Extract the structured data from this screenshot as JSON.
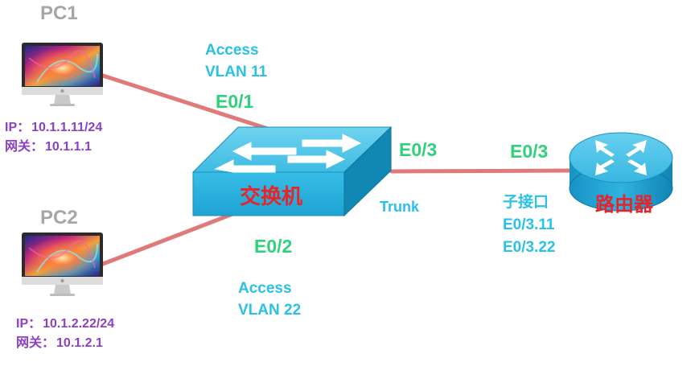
{
  "pc1": {
    "name": "PC1",
    "ip_prefix": "IP：",
    "ip": "10.1.1.11/24",
    "gw_prefix": "网关：",
    "gateway": "10.1.1.1"
  },
  "pc2": {
    "name": "PC2",
    "ip_prefix": "IP：",
    "ip": "10.1.2.22/24",
    "gw_prefix": "网关：",
    "gateway": "10.1.2.1"
  },
  "switch": {
    "label": "交换机",
    "port_pc1": "E0/1",
    "port_pc2": "E0/2",
    "port_router": "E0/3",
    "pc1_mode": "Access",
    "pc1_vlan": "VLAN 11",
    "pc2_mode": "Access",
    "pc2_vlan": "VLAN 22"
  },
  "router": {
    "label": "路由器",
    "port": "E0/3",
    "subif_title": "子接口",
    "subif_1": "E0/3.11",
    "subif_2": "E0/3.22"
  },
  "link": {
    "trunk_label": "Trunk"
  },
  "colors": {
    "link": "#e07a78",
    "switch_top": "#4cc4e6",
    "switch_front": "#29b3dd",
    "switch_side": "#0f86b2",
    "router_top": "#3db7e0",
    "router_body": "#1d9fd1",
    "label_red": "#e8232a",
    "cyan_text": "#29c1e8",
    "green_text": "#2fd27a",
    "purple_text": "#8c3fc7"
  }
}
